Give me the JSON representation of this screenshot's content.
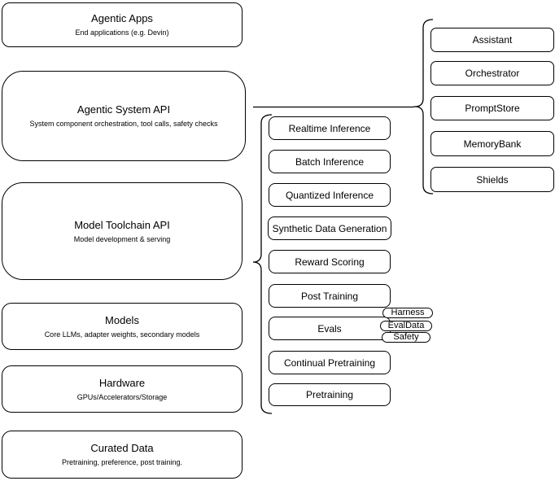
{
  "diagram": {
    "left_column": [
      {
        "title": "Agentic Apps",
        "subtitle": "End applications (e.g. Devin)"
      },
      {
        "title": "Agentic System API",
        "subtitle": "System component orchestration, tool calls, safety checks"
      },
      {
        "title": "Model Toolchain API",
        "subtitle": "Model development & serving"
      },
      {
        "title": "Models",
        "subtitle": "Core LLMs, adapter weights, secondary models"
      },
      {
        "title": "Hardware",
        "subtitle": "GPUs/Accelerators/Storage"
      },
      {
        "title": "Curated Data",
        "subtitle": "Pretraining, preference, post training."
      }
    ],
    "toolchain_services": [
      "Realtime Inference",
      "Batch Inference",
      "Quantized Inference",
      "Synthetic Data Generation",
      "Reward Scoring",
      "Post Training",
      "Evals",
      "Continual Pretraining",
      "Pretraining"
    ],
    "eval_tags": [
      "Harness",
      "EvalData",
      "Safety"
    ],
    "system_components": [
      "Assistant",
      "Orchestrator",
      "PromptStore",
      "MemoryBank",
      "Shields"
    ],
    "colors": {
      "node_border": "#000000",
      "node_fill": "#ffffff",
      "connector": "#000000"
    }
  }
}
